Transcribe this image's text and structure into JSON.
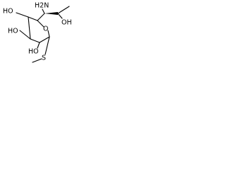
{
  "structure": {
    "labels": {
      "amino": "H2N",
      "hydroxyl_top": "OH",
      "hydroxyl_left": "HO",
      "hydroxyl_ring": "HO",
      "hydroxyl_lower": "HO",
      "ring_oxygen": "O",
      "sulfur": "S"
    }
  }
}
